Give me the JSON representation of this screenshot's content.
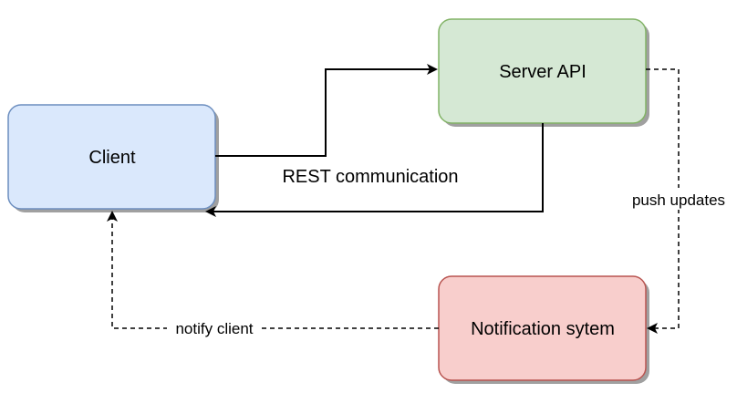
{
  "nodes": {
    "client": {
      "label": "Client",
      "fill": "#dae8fc",
      "stroke": "#6c8ebf"
    },
    "server_api": {
      "label": "Server API",
      "fill": "#d5e8d4",
      "stroke": "#82b366"
    },
    "notification_system": {
      "label": "Notification sytem",
      "fill": "#f8cecc",
      "stroke": "#b85450"
    }
  },
  "edges": {
    "rest": {
      "label": "REST communication",
      "style": "solid"
    },
    "push": {
      "label": "push updates",
      "style": "dashed"
    },
    "notify": {
      "label": "notify client",
      "style": "dashed"
    }
  },
  "colors": {
    "shadow": "#a0a0a0",
    "line": "#000000",
    "background": "#ffffff"
  }
}
